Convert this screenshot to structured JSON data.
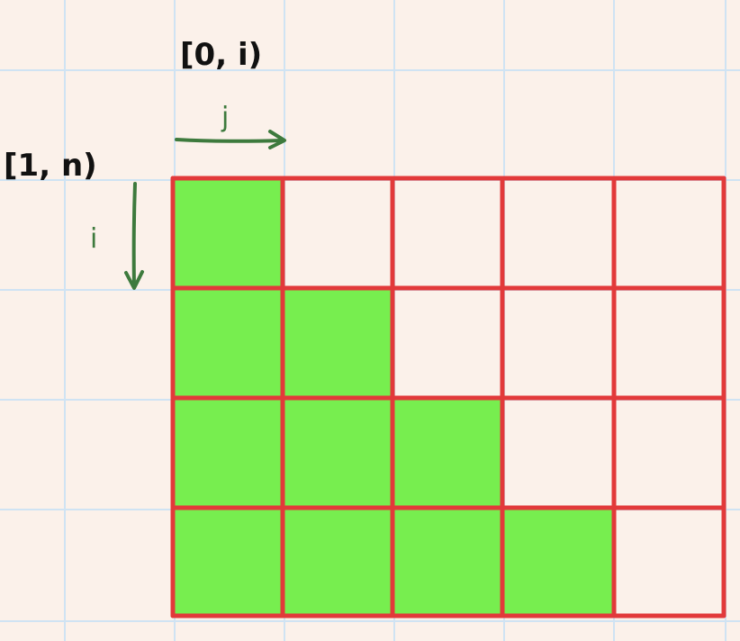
{
  "labels": {
    "col_range": "[0, i)",
    "col_var": "j",
    "row_range": "[1, n)",
    "row_var": "i"
  },
  "grid": {
    "rows": 4,
    "cols": 5,
    "filled_per_row": [
      1,
      2,
      3,
      4
    ]
  },
  "colors": {
    "paper": "#fbf1ea",
    "paper_grid": "#cfe3f3",
    "table_lines": "#e2393a",
    "fill": "#77ee4f",
    "arrow_and_labels": "#3d7a3d",
    "range_text": "#111111"
  }
}
